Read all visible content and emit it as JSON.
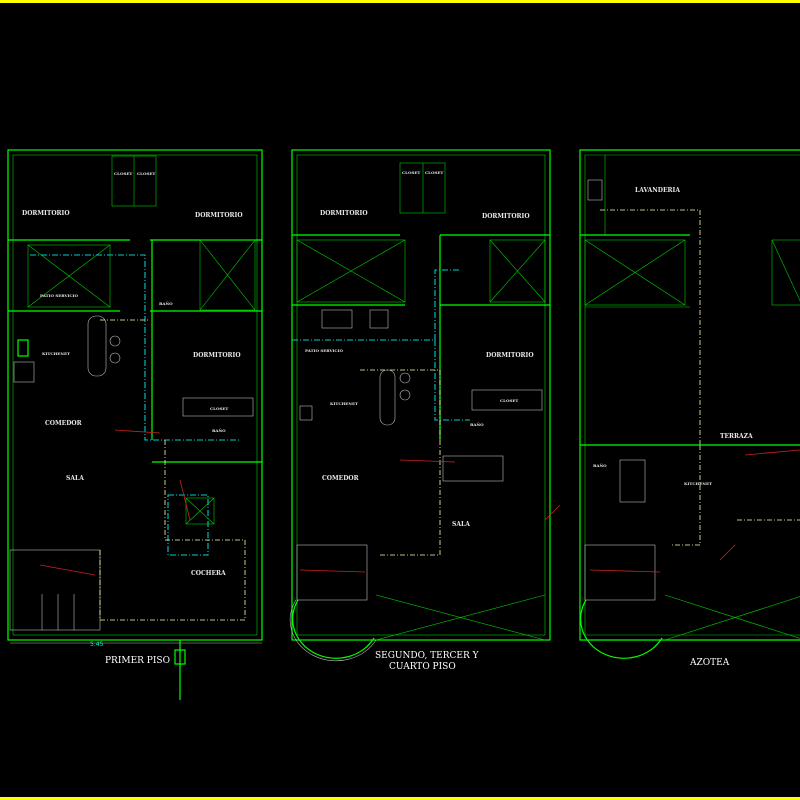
{
  "colors": {
    "background": "#000000",
    "walls": "#00ff00",
    "cold_water": "#00cccc",
    "hot_water": "#ffffaa",
    "notes": "#cc2222",
    "frame": "#ffff00"
  },
  "plans": [
    {
      "title": "PRIMER PISO",
      "dimension": "5.45",
      "rooms": [
        "DORMITORIO",
        "DORMITORIO",
        "CLOSET",
        "CLOSET",
        "PATIO SERVICIO",
        "BAÑO",
        "KITCHENET",
        "DORMITORIO",
        "COMEDOR",
        "CLOSET",
        "BAÑO",
        "SALA",
        "COCHERA"
      ]
    },
    {
      "title_line1": "SEGUNDO, TERCER Y",
      "title_line2": "CUARTO PISO",
      "rooms": [
        "DORMITORIO",
        "DORMITORIO",
        "CLOSET",
        "CLOSET",
        "PATIO SERVICIO",
        "DORMITORIO",
        "KITCHENET",
        "CLOSET",
        "BAÑO",
        "COMEDOR",
        "SALA"
      ]
    },
    {
      "title": "AZOTEA",
      "rooms": [
        "LAVANDERIA",
        "TERRAZA",
        "BAÑO",
        "KITCHENET"
      ]
    }
  ]
}
